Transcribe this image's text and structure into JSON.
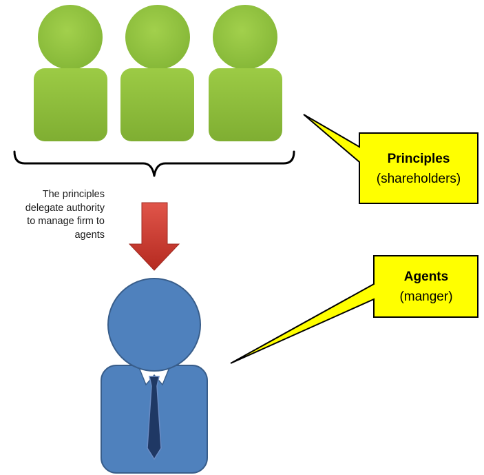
{
  "callouts": {
    "principles": {
      "title": "Principles",
      "subtitle": "(shareholders)"
    },
    "agents": {
      "title": "Agents",
      "subtitle": "(manger)"
    }
  },
  "note": {
    "lines": [
      "The principles",
      "delegate authority",
      "to manage firm to",
      "agents"
    ]
  },
  "colors": {
    "principal_fill": "#8dc13f",
    "agent_fill": "#4f81bd",
    "agent_outline": "#385d8a",
    "callout_fill": "#ffff00",
    "arrow_fill": "#c0392b",
    "tie_fill": "#1f3864"
  },
  "icons": {
    "principals": [
      "person-icon",
      "person-icon",
      "person-icon"
    ],
    "agent": "businessman-icon",
    "arrow": "arrow-down-icon"
  }
}
